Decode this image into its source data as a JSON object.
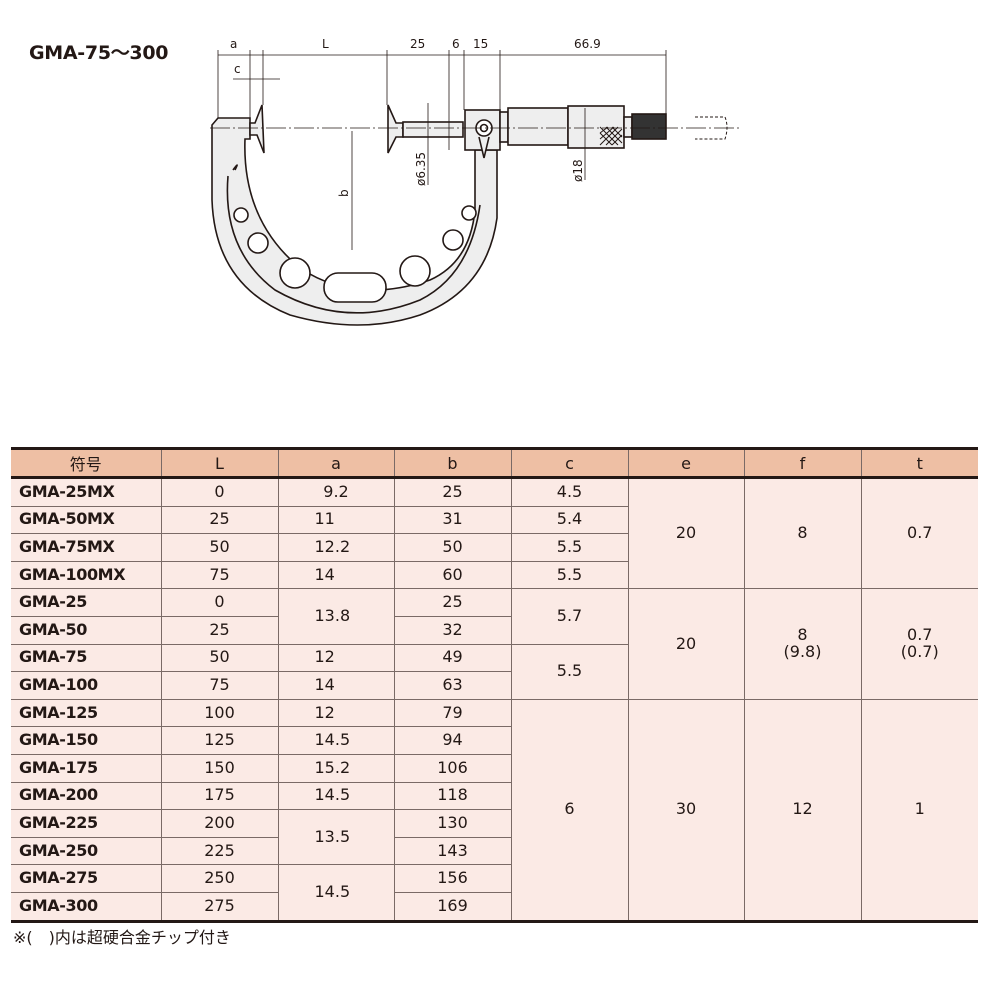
{
  "title": "GMA-75～300",
  "drawing": {
    "dimensions": {
      "a": "a",
      "c": "c",
      "L": "L",
      "d25": "25",
      "d6": "6",
      "d15": "15",
      "d669": "66.9",
      "b": "b",
      "dia635": "ø6.35",
      "dia18": "ø18"
    }
  },
  "table": {
    "headers": [
      "符号",
      "L",
      "a",
      "b",
      "c",
      "e",
      "f",
      "t"
    ],
    "rows": [
      {
        "model": "GMA-25MX",
        "L": "0",
        "a": "9.2",
        "b": "25",
        "c": "4.5"
      },
      {
        "model": "GMA-50MX",
        "L": "25",
        "a": "11",
        "b": "31",
        "c": "5.4"
      },
      {
        "model": "GMA-75MX",
        "L": "50",
        "a": "12.2",
        "b": "50",
        "c": "5.5"
      },
      {
        "model": "GMA-100MX",
        "L": "75",
        "a": "14",
        "b": "60",
        "c": "5.5"
      },
      {
        "model": "GMA-25",
        "L": "0",
        "a": "13.8",
        "b": "25",
        "c": "5.7"
      },
      {
        "model": "GMA-50",
        "L": "25",
        "a": "13.8",
        "b": "32",
        "c": "5.7"
      },
      {
        "model": "GMA-75",
        "L": "50",
        "a": "12",
        "b": "49",
        "c": "5.5"
      },
      {
        "model": "GMA-100",
        "L": "75",
        "a": "14",
        "b": "63",
        "c": "5.5"
      },
      {
        "model": "GMA-125",
        "L": "100",
        "a": "12",
        "b": "79",
        "c": "6"
      },
      {
        "model": "GMA-150",
        "L": "125",
        "a": "14.5",
        "b": "94",
        "c": "6"
      },
      {
        "model": "GMA-175",
        "L": "150",
        "a": "15.2",
        "b": "106",
        "c": "6"
      },
      {
        "model": "GMA-200",
        "L": "175",
        "a": "14.5",
        "b": "118",
        "c": "6"
      },
      {
        "model": "GMA-225",
        "L": "200",
        "a": "13.5",
        "b": "130",
        "c": "6"
      },
      {
        "model": "GMA-250",
        "L": "225",
        "a": "13.5",
        "b": "143",
        "c": "6"
      },
      {
        "model": "GMA-275",
        "L": "250",
        "a": "14.5",
        "b": "156",
        "c": "6"
      },
      {
        "model": "GMA-300",
        "L": "275",
        "a": "14.5",
        "b": "169",
        "c": "6"
      }
    ],
    "groups": [
      {
        "e": "20",
        "f": "8",
        "f_alt": "",
        "t": "0.7",
        "t_alt": ""
      },
      {
        "e": "20",
        "f": "8",
        "f_alt": "(9.8)",
        "t": "0.7",
        "t_alt": "(0.7)"
      },
      {
        "e": "30",
        "f": "12",
        "f_alt": "",
        "t": "1",
        "t_alt": ""
      }
    ]
  },
  "footnote": "※(　)内は超硬合金チップ付き"
}
